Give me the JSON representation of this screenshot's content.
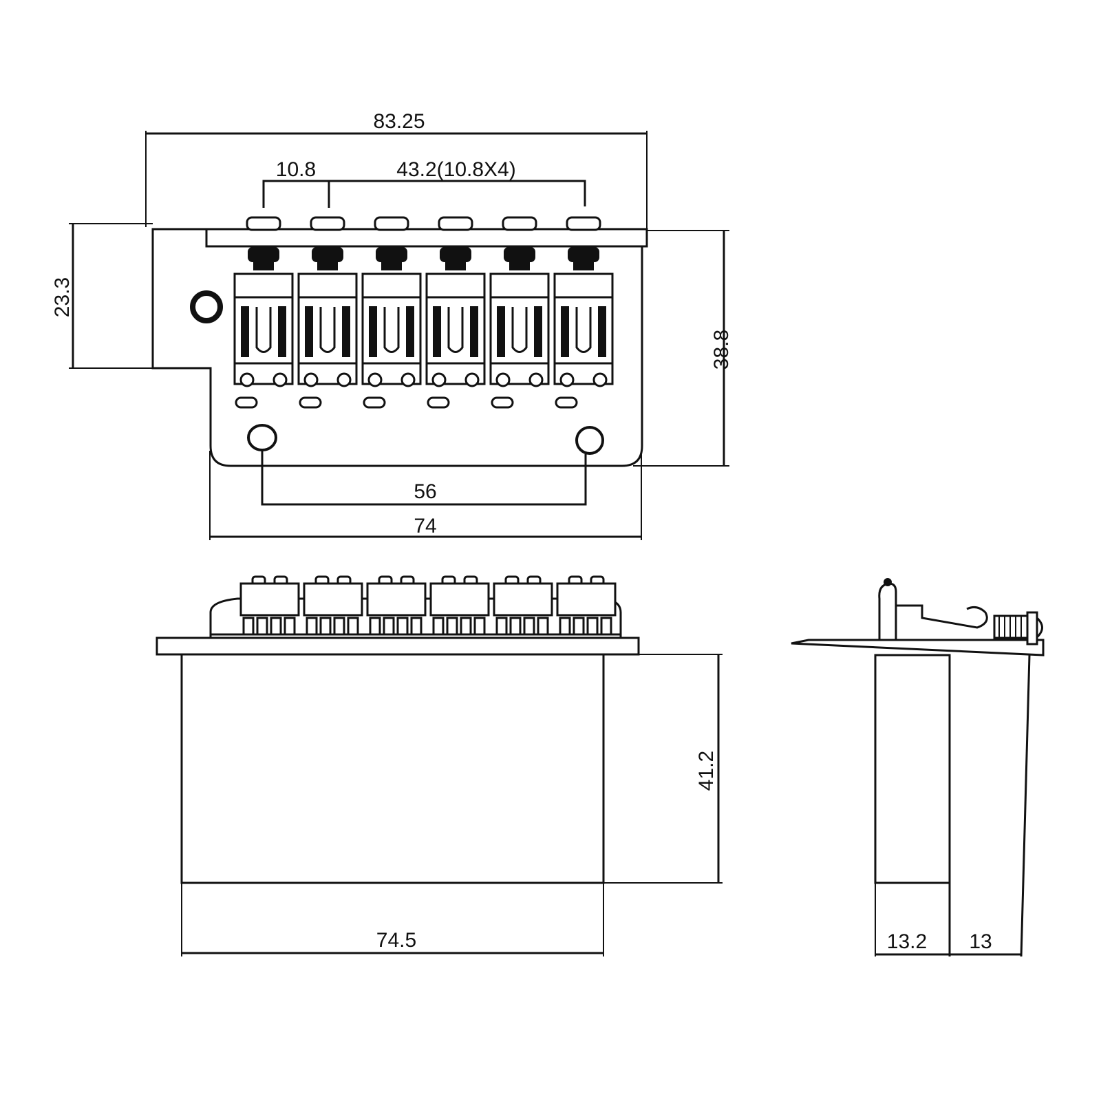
{
  "dimensions": {
    "overall_width": "83.25",
    "first_spacing": "10.8",
    "saddle_spacing": "43.2(10.8X4)",
    "left_height": "23.3",
    "plate_height": "38.8",
    "hole_spacing": "56",
    "plate_width": "74",
    "block_height": "41.2",
    "block_width": "74.5",
    "side_width_a": "13.2",
    "side_width_b": "13"
  },
  "saddle_count": 6
}
